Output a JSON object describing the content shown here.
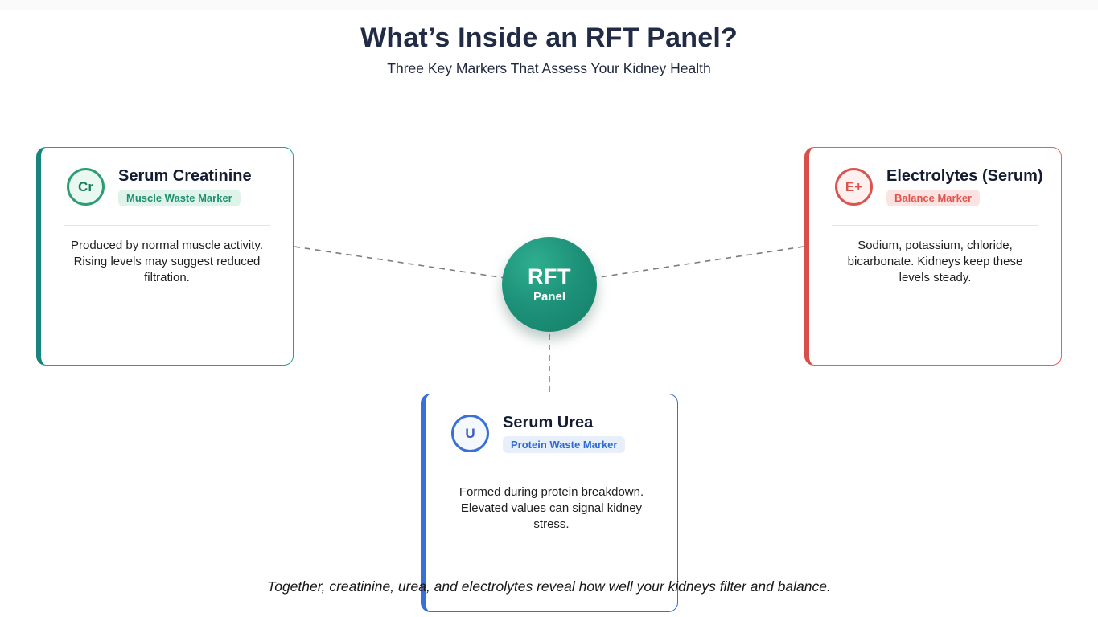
{
  "header": {
    "title": "What’s Inside an RFT Panel?",
    "subtitle": "Three Key Markers That Assess Your Kidney Health"
  },
  "center_node": {
    "line1": "RFT",
    "line2": "Panel",
    "color": "#1d9179"
  },
  "cards": [
    {
      "abbr": "Cr",
      "title": "Serum Creatinine",
      "badge": "Muscle Waste Marker",
      "body": "Produced by normal muscle activity. Rising levels may suggest reduced filtration.",
      "accent_color": "#17857d",
      "badge_bg": "#def3ea",
      "badge_text_color": "#1f8f6f"
    },
    {
      "abbr": "E+",
      "title": "Electrolytes (Serum)",
      "badge": "Balance Marker",
      "body": "Sodium, potassium, chloride, bicarbonate. Kidneys keep these levels steady.",
      "accent_color": "#d84f4a",
      "badge_bg": "#fbe3e1",
      "badge_text_color": "#e0534f"
    },
    {
      "abbr": "U",
      "title": "Serum Urea",
      "badge": "Protein Waste Marker",
      "body": "Formed during protein breakdown. Elevated values can signal kidney stress.",
      "accent_color": "#3a6fd8",
      "badge_bg": "#e7effb",
      "badge_text_color": "#2e6bd3"
    }
  ],
  "footer": {
    "text": "Together, creatinine, urea, and electrolytes reveal how well your kidneys filter and balance."
  }
}
